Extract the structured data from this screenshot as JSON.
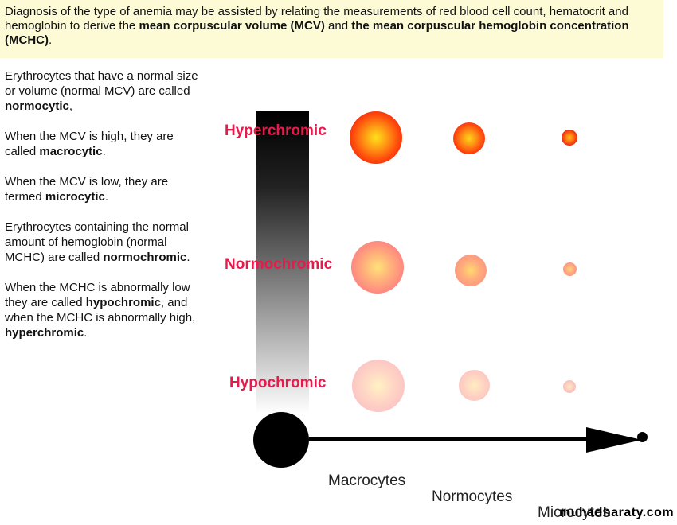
{
  "banner": {
    "part1": "Diagnosis of the type of anemia may be assisted by relating the measurements of red blood cell count, hematocrit and hemoglobin to derive the ",
    "bold1": "mean corpuscular volume (MCV)",
    "part2": " and ",
    "bold2": "the mean corpuscular hemoglobin concentration (MCHC)",
    "part3": "."
  },
  "side": {
    "p1_a": "Erythrocytes that have a normal size or volume (normal MCV) are called ",
    "p1_b": "normocytic",
    "p1_c": ",",
    "p2_a": "When the MCV is high, they are called ",
    "p2_b": "macrocytic",
    "p2_c": ".",
    "p3_a": "When the MCV is low, they are termed ",
    "p3_b": "microcytic",
    "p3_c": ".",
    "p4_a": "Erythrocytes containing the normal amount of hemoglobin (normal MCHC) are called ",
    "p4_b": "normochromic",
    "p4_c": ".",
    "p5_a": "When the MCHC is abnormally low they are called ",
    "p5_b": "hypochromic",
    "p5_c": ", and when the MCHC is abnormally high, ",
    "p5_d": "hyperchromic",
    "p5_e": "."
  },
  "diagram": {
    "rows": [
      "Hyperchromic",
      "Normochromic",
      "Hypochromic"
    ],
    "columns": [
      "Macrocytes",
      "Normocytes",
      "Microcytes"
    ],
    "label_color": "#e8194b"
  },
  "watermark": "muhadharaty.com"
}
